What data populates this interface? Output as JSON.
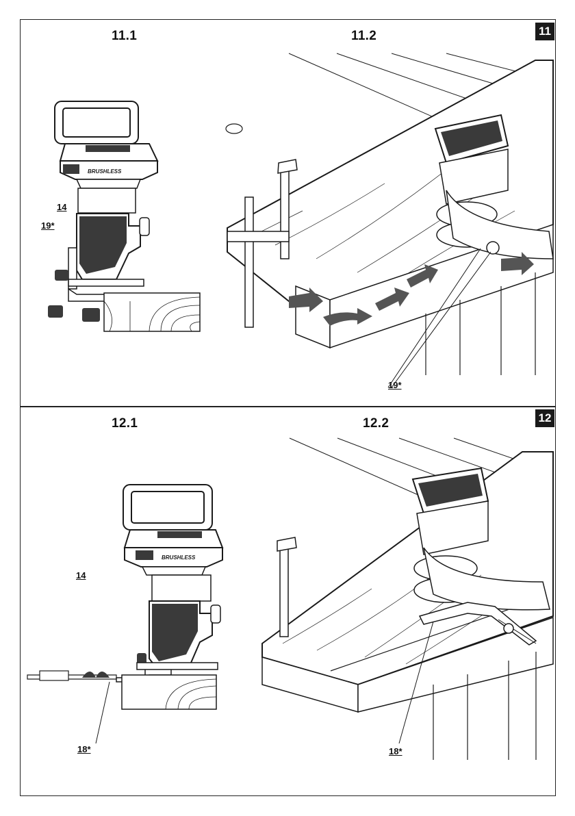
{
  "figure11": {
    "badge": "11",
    "panel_left_title": "11.1",
    "panel_right_title": "11.2",
    "callouts": {
      "part14": "14",
      "part19_left": "19*",
      "part19_right": "19*"
    }
  },
  "figure12": {
    "badge": "12",
    "panel_left_title": "12.1",
    "panel_right_title": "12.2",
    "callouts": {
      "part14": "14",
      "part18_left": "18*",
      "part18_right": "18*"
    }
  },
  "tool_brand_text": "BRUSHLESS",
  "colors": {
    "ink": "#1a1a1a",
    "arrow_fill": "#555555",
    "dark_part": "#3a3a3a"
  }
}
